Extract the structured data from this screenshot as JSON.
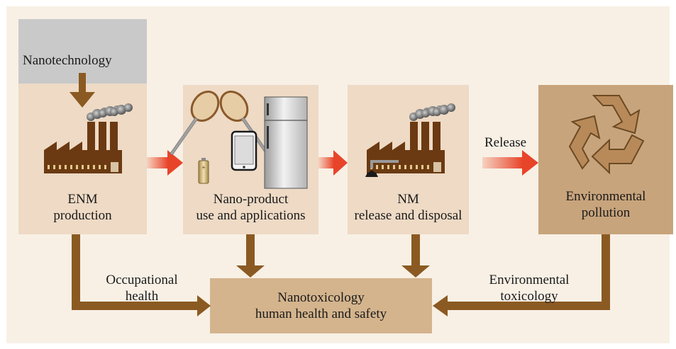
{
  "colors": {
    "background": "#f8f0e5",
    "box_light": "#eedac5",
    "box_dark": "#c8a47c",
    "nanotech_box": "#c9c9c9",
    "arrow_brown": "#8b5a22",
    "arrow_red": "#e8442a",
    "bottom_box": "#d4b48d"
  },
  "nodes": {
    "nanotechnology": "Nanotechnology",
    "enm_line1": "ENM",
    "enm_line2": "production",
    "nanoproduct_line1": "Nano-product",
    "nanoproduct_line2": "use and applications",
    "nm_line1": "NM",
    "nm_line2": "release and disposal",
    "env_pollution_line1": "Environmental",
    "env_pollution_line2": "pollution",
    "nanotox_line1": "Nanotoxicology",
    "nanotox_line2": "human health and safety"
  },
  "edges": {
    "release": "Release",
    "occupational_line1": "Occupational",
    "occupational_line2": "health",
    "env_tox_line1": "Environmental",
    "env_tox_line2": "toxicology"
  },
  "icons": [
    "factory-icon",
    "tennis-rackets-icon",
    "battery-icon",
    "smartphone-icon",
    "refrigerator-icon",
    "recycle-icon"
  ]
}
